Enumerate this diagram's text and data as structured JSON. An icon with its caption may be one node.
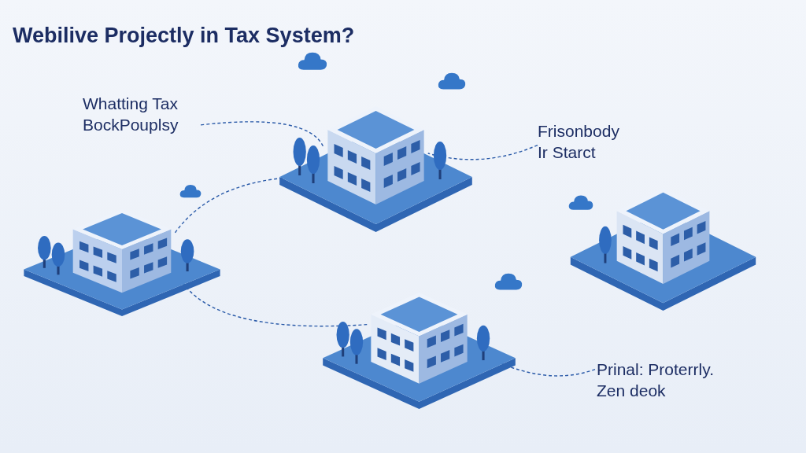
{
  "diagram": {
    "title": "Webilive Projectly in Tax System?",
    "nodes": [
      {
        "text": [
          "Whatting Tax BockPouplsy"
        ]
      },
      {
        "text": [],
        "shape": "picture"
      },
      {
        "text": [
          "Frisonbody Ir Starct"
        ]
      },
      {
        "text": [],
        "shape": "picture"
      },
      {
        "text": [],
        "shape": "picture"
      },
      {
        "text": [],
        "shape": "picture"
      },
      {
        "text": [
          "Prinal: Proterrly. Zen deok"
        ]
      }
    ],
    "edges": [
      {
        "from": 0,
        "to": 1,
        "arrow": "none",
        "style": "dashed"
      },
      {
        "from": 2,
        "to": 1,
        "arrow": "none",
        "style": "dashed"
      },
      {
        "from": 3,
        "to": 1,
        "arrow": "none",
        "style": "dashed"
      },
      {
        "from": 3,
        "to": 5,
        "arrow": "none",
        "style": "dashed"
      },
      {
        "from": 5,
        "to": 6,
        "arrow": "none",
        "style": "dashed"
      }
    ]
  }
}
